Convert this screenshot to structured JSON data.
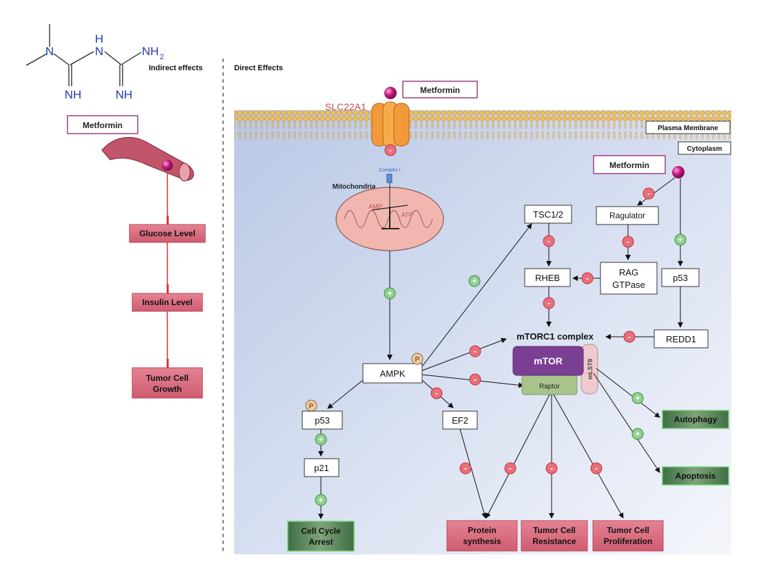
{
  "molecule": {
    "atoms": {
      "n1": "N",
      "h": "H",
      "n2": "N",
      "nh2": "NH",
      "nh2_sub": "2",
      "nh_left": "NH",
      "nh_right": "NH"
    }
  },
  "headings": {
    "indirect": "Indirect effects",
    "direct": "Direct Effects"
  },
  "indirect": {
    "metformin": "Metformin",
    "glucose": "Glucose Level",
    "insulin": "Insulin Level",
    "tumor_growth": [
      "Tumor Cell",
      "Growth"
    ]
  },
  "direct": {
    "metformin_top": "Metformin",
    "transporter": "SLC22A1",
    "plasma_membrane": "Plasma Membrane",
    "cytoplasm": "Cytoplasm",
    "complex_i": "Complex I",
    "mitochondria": "Mitochondria",
    "amp": "AMP",
    "atp": "ATP",
    "ampk": "AMPK",
    "phospho": "P",
    "p53_left": "p53",
    "p21": "p21",
    "cell_cycle": [
      "Cell Cycle",
      "Arrest"
    ],
    "ef2": "EF2",
    "tsc": "TSC1/2",
    "rheb": "RHEB",
    "metformin_right": "Metformin",
    "ragulator": "Ragulator",
    "rag": [
      "RAG",
      "GTPase"
    ],
    "p53_right": "p53",
    "redd1": "REDD1",
    "mtorc1": "mTORC1 complex",
    "mtor": "mTOR",
    "raptor": "Raptor",
    "mlst8": "mLST8",
    "autophagy": "Autophagy",
    "apoptosis": "Apoptosis",
    "protein": [
      "Protein",
      "synthesis"
    ],
    "resistance": [
      "Tumor Cell",
      "Resistance"
    ],
    "proliferation": [
      "Tumor Cell",
      "Proliferation"
    ],
    "plus": "+",
    "minus": "-"
  },
  "colors": {
    "red_box": "#d9677a",
    "red_box_border": "#b8475a",
    "green_box": "#5f8a5c",
    "green_box_border": "#6fcf6f",
    "plus_fill": "#8fd18f",
    "minus_fill": "#e8707a",
    "cell_bg": "#c6d4ea",
    "membrane": "#e8b04a",
    "mtor_purple": "#7a3f93",
    "metformin_border": "#9c3f83"
  }
}
